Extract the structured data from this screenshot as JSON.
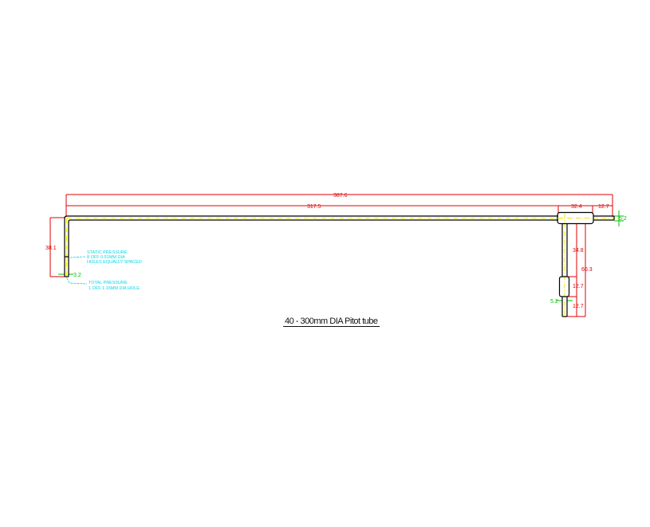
{
  "title": "40 - 300mm DIA Pitot tube",
  "dimensions": {
    "overall_length": "387.6",
    "stem_length": "317.5",
    "head_block": "32.4",
    "head_tip": "12.7",
    "tip_dia": "5.2",
    "left_height": "38.1",
    "left_offset": "3.2",
    "upper_stem": "34.8",
    "stem_total": "60.3",
    "collar": "12.7",
    "lower_stem": "12.7",
    "lower_dia": "5.2"
  },
  "notes": {
    "static": [
      "STATIC PRESSURE",
      "8 OFF 0.51MM DIA",
      "HOLES EQUALLY SPACED"
    ],
    "total": [
      "TOTAL PRESSURE",
      "1 OFF 1.15MM DIA HOLE"
    ]
  },
  "colors": {
    "dimension": "#e00000",
    "centerline": "#e8e800",
    "annotation": "#00d8e8",
    "small_dim": "#00c000",
    "outline": "#000000"
  }
}
